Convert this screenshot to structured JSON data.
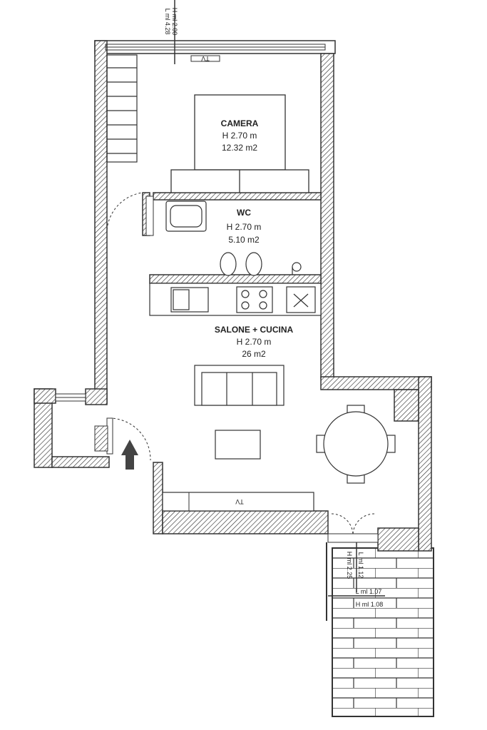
{
  "title": "Floor plan",
  "dimensions": {
    "window_top": {
      "length": "L ml 4.28",
      "height": "H ml 2.00"
    },
    "door_balcony": {
      "length": "L ml 1.12",
      "height": "H ml 2.25"
    },
    "window_balcony": {
      "length": "L ml 1.07",
      "height": "H ml 1.08"
    }
  },
  "rooms": [
    {
      "name": "CAMERA",
      "height": "H 2.70 m",
      "area": "12.32 m2"
    },
    {
      "name": "WC",
      "height": "H 2.70 m",
      "area": "5.10 m2"
    },
    {
      "name": "SALONE + CUCINA",
      "height": "H 2.70 m",
      "area": "26 m2"
    }
  ],
  "furniture": {
    "tv_top": "TV",
    "tv_living": "TV"
  },
  "colors": {
    "wall": "#333333",
    "background": "#ffffff"
  }
}
